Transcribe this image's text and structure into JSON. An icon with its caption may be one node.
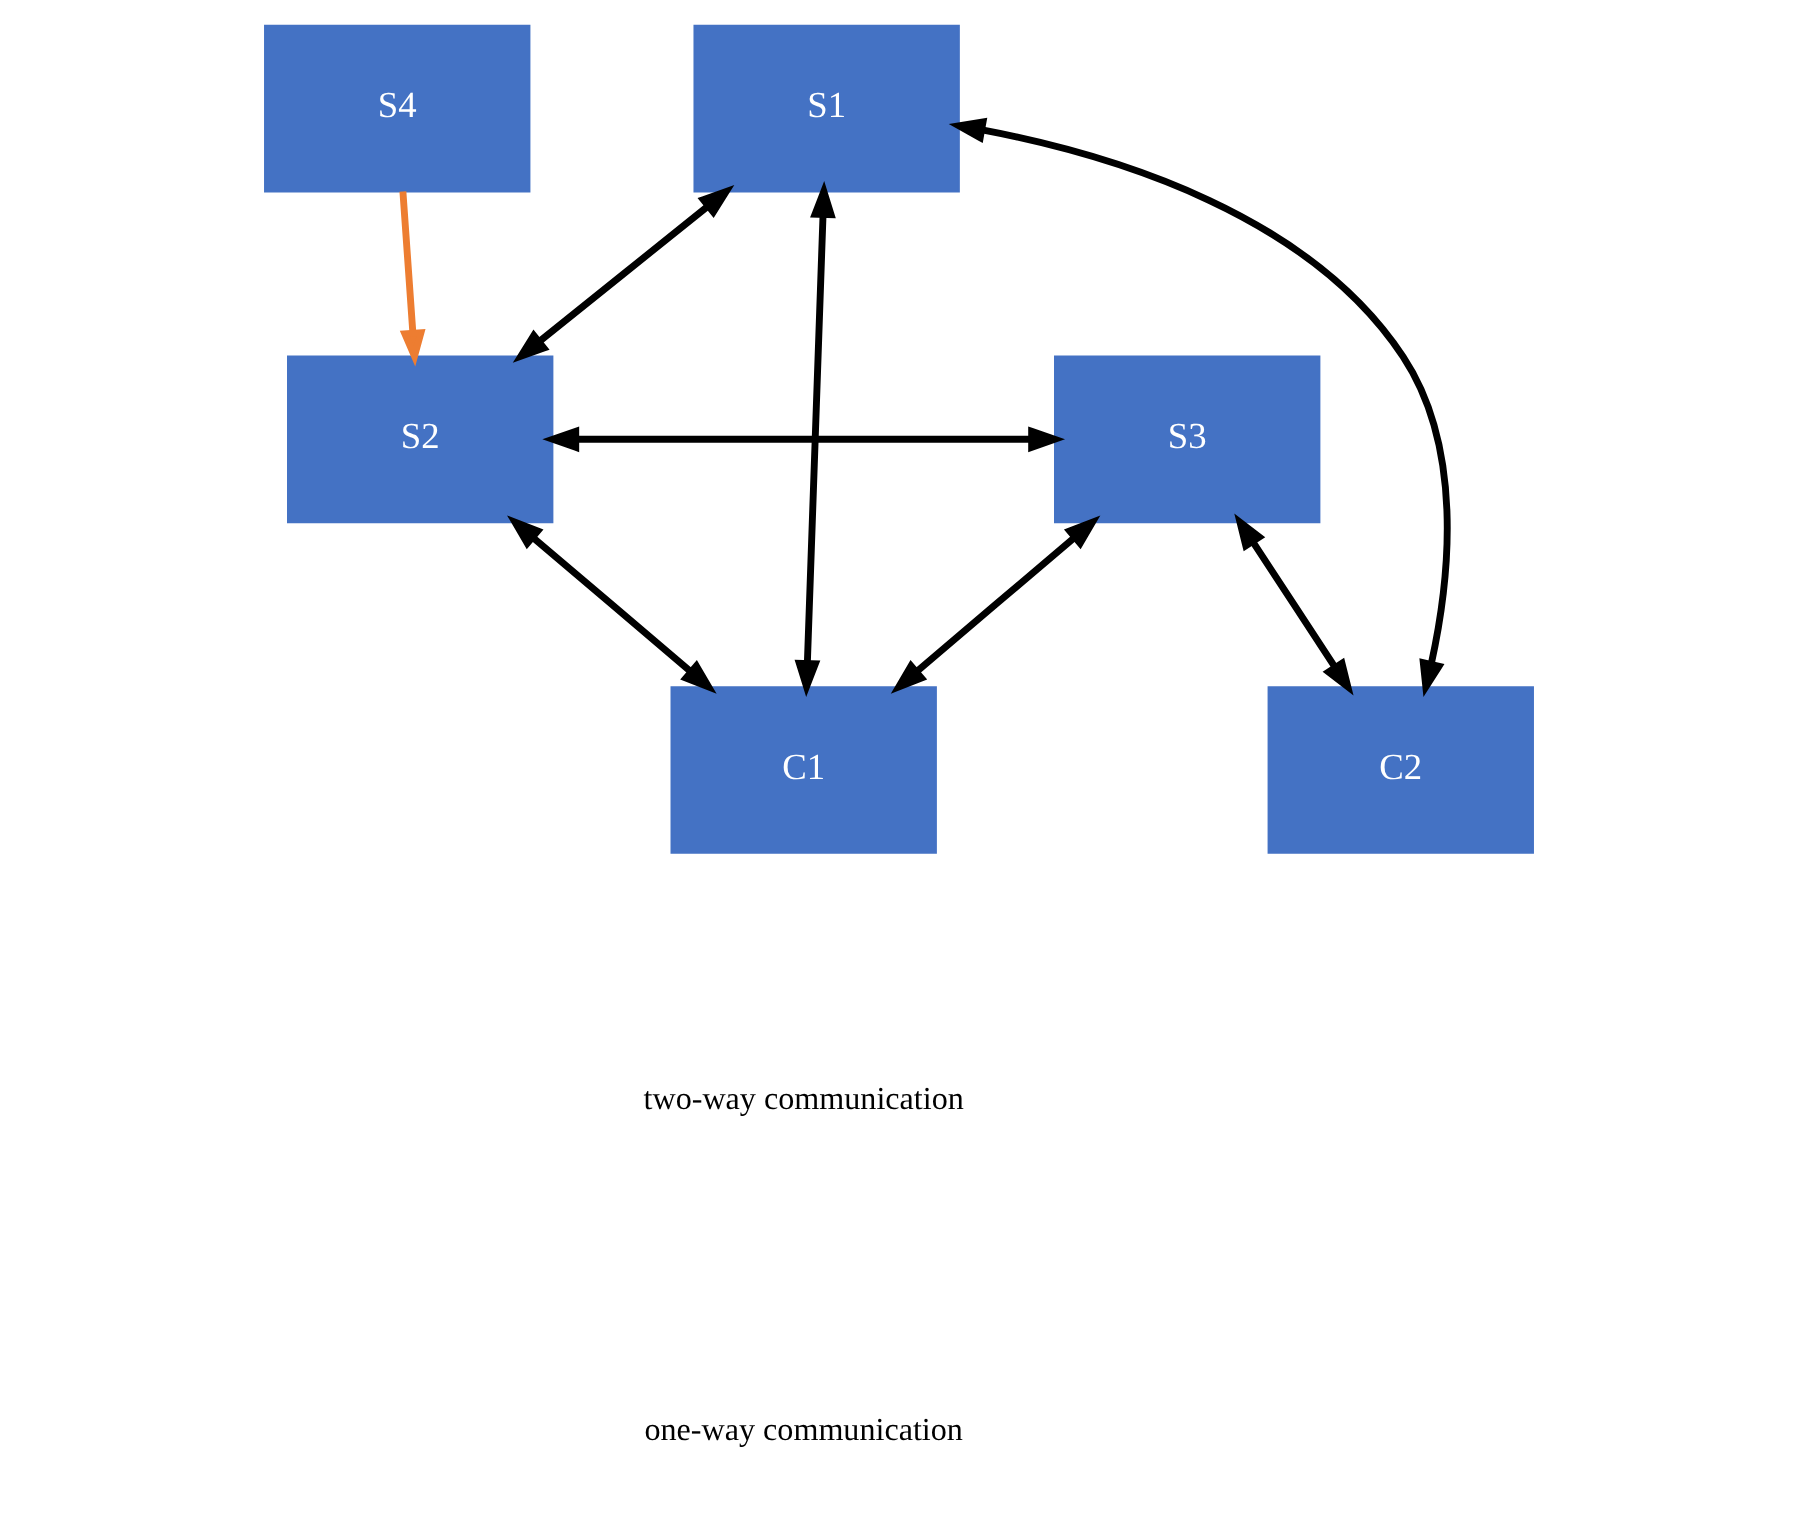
{
  "diagram": {
    "nodes": [
      {
        "text": [
          "S1"
        ]
      },
      {
        "text": [
          "S4"
        ]
      },
      {
        "text": [
          "S2"
        ]
      },
      {
        "text": [
          "S3"
        ]
      },
      {
        "text": [
          "C1"
        ]
      },
      {
        "text": [
          "C2"
        ]
      }
    ],
    "edges": [
      {
        "from": 0,
        "to": 4,
        "arrow": "both"
      },
      {
        "from": 0,
        "to": 2,
        "arrow": "both"
      },
      {
        "from": 0,
        "to": 5,
        "arrow": "both"
      },
      {
        "from": 1,
        "to": 2,
        "arrow": "to",
        "color": "#ed7d31"
      },
      {
        "from": 2,
        "to": 3,
        "arrow": "both"
      },
      {
        "from": 2,
        "to": 4,
        "arrow": "both"
      },
      {
        "from": 3,
        "to": 4,
        "arrow": "both"
      },
      {
        "from": 3,
        "to": 5,
        "arrow": "both"
      }
    ],
    "legend": [
      {
        "text": "two-way communication"
      },
      {
        "text": "one-way communication"
      }
    ]
  }
}
